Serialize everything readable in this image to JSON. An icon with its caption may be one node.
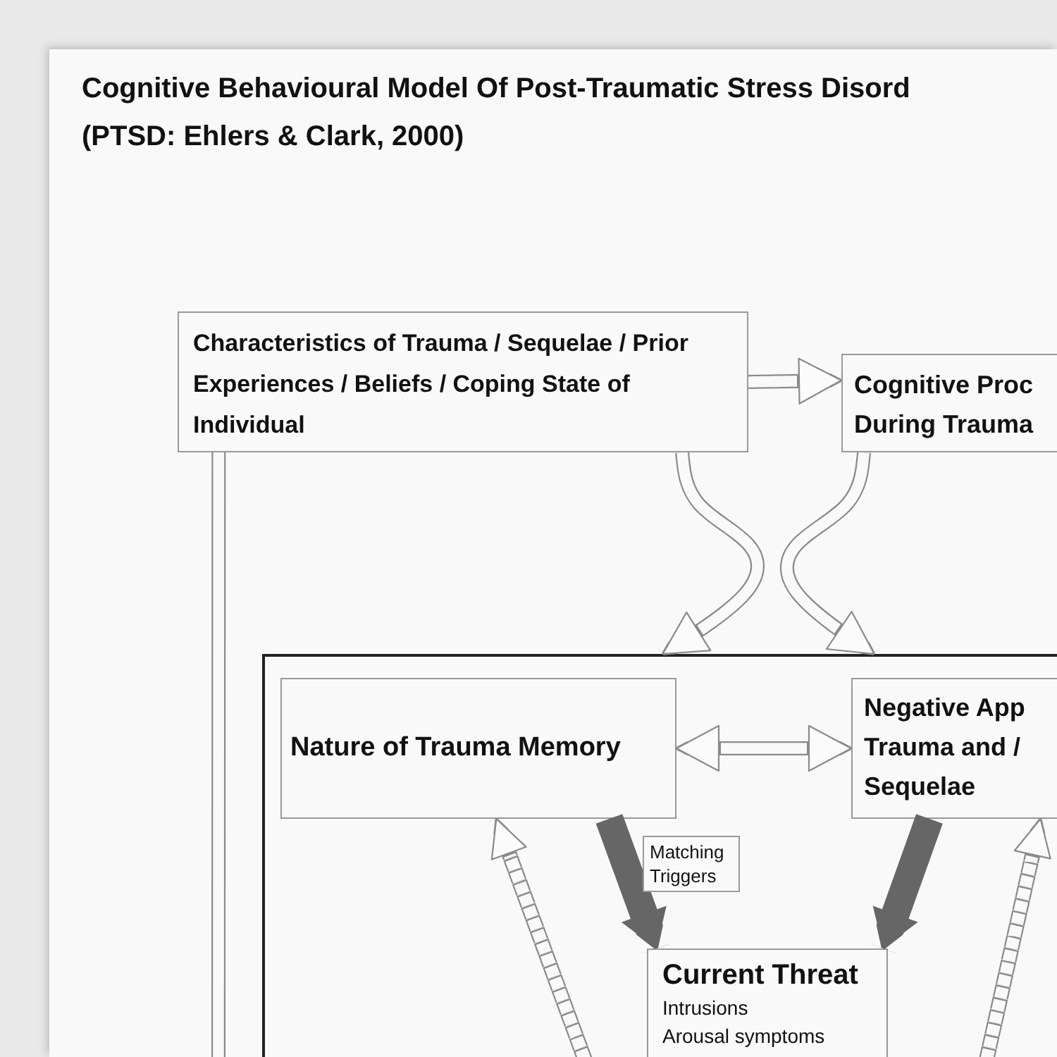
{
  "diagram": {
    "title": "Cognitive Behavioural Model Of Post-Traumatic Stress Disord (PTSD: Ehlers & Clark, 2000)",
    "nodes": [
      {
        "text": [
          "Characteristics of Trauma / Sequelae / Prior Experiences / Beliefs / Coping State of Individual"
        ]
      },
      {
        "text": [
          "Cognitive Proc During Trauma"
        ]
      },
      {
        "text": [],
        "shape": "box"
      },
      {
        "text": [
          "Nature of Trauma Memory"
        ],
        "in": 2
      },
      {
        "text": [
          "Negative App Trauma and / Sequelae"
        ],
        "in": 2
      },
      {
        "text": [
          "Current Threat",
          "Intrusions",
          "Arousal symptoms"
        ],
        "in": 2
      }
    ],
    "edges": [
      {
        "from": 0,
        "to": 1,
        "arrow": "to"
      },
      {
        "from": 0,
        "to": 2,
        "arrow": "to"
      },
      {
        "from": 1,
        "to": 2,
        "arrow": "to"
      },
      {
        "from": 3,
        "to": 4,
        "arrow": "both"
      },
      {
        "from": 3,
        "to": 5,
        "arrow": "to",
        "label": "Matching Triggers",
        "style": "thick",
        "color": "#666666"
      },
      {
        "from": 4,
        "to": 5,
        "arrow": "to",
        "style": "thick",
        "color": "#666666"
      },
      {
        "from": 0,
        "to": null,
        "arrow": "none"
      },
      {
        "from": null,
        "to": 3,
        "arrow": "to",
        "style": "dashed"
      },
      {
        "from": null,
        "to": 4,
        "arrow": "to",
        "style": "dashed"
      }
    ]
  }
}
